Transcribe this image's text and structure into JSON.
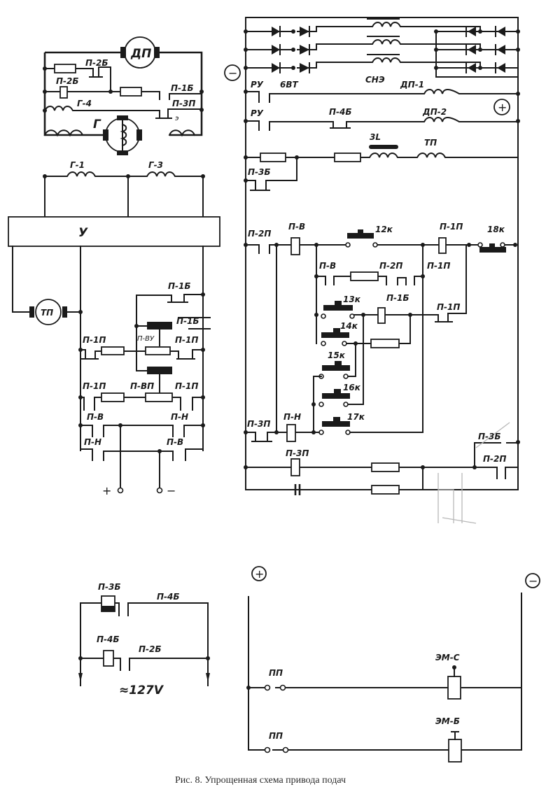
{
  "figure": {
    "caption": "Рис. 8. Упрощенная схема привода подач"
  },
  "motor_generator_block": {
    "feed_motor": "ДП",
    "generator": "Г",
    "labels": [
      "П-2Б",
      "П-2Б",
      "П-1Б",
      "П-3П",
      "Г-4",
      "Г-1",
      "Г-3"
    ],
    "amplifier": "У",
    "tachogenerator": "ТП"
  },
  "control_block_left": {
    "labels": [
      "П-1Б",
      "П-1Б",
      "П-ВУ",
      "П-1П",
      "П-1П",
      "П-1П",
      "П-ВП",
      "П-1П",
      "П-В",
      "П-Н",
      "П-Н",
      "П-В"
    ],
    "terminal_plus": "+",
    "terminal_minus": "−"
  },
  "power_block_right": {
    "minus_symbol": "−",
    "plus_symbol": "+",
    "labels": [
      "РУ",
      "6ВТ",
      "СНЭ",
      "ДП-1",
      "РУ",
      "П-4Б",
      "ДП-2",
      "3L",
      "ТП",
      "П-3Б"
    ],
    "relay_labels": [
      "П-2П",
      "П-В",
      "12к",
      "П-1П",
      "18к",
      "П-В",
      "П-2П",
      "П-1П",
      "13к",
      "П-1Б",
      "П-1П",
      "14к",
      "15к",
      "16к",
      "17к",
      "П-3П",
      "П-Н",
      "П-3П",
      "П-3Б",
      "П-2П"
    ]
  },
  "ac_block": {
    "labels": [
      "П-3Б",
      "П-4Б",
      "П-4Б",
      "П-2Б"
    ],
    "voltage": "≈127V"
  },
  "clutch_block": {
    "plus_symbol": "+",
    "minus_symbol": "−",
    "switch_1": "ПП",
    "switch_2": "ПП",
    "clutch_1": "ЭМ-С",
    "clutch_2": "ЭМ-Б"
  }
}
